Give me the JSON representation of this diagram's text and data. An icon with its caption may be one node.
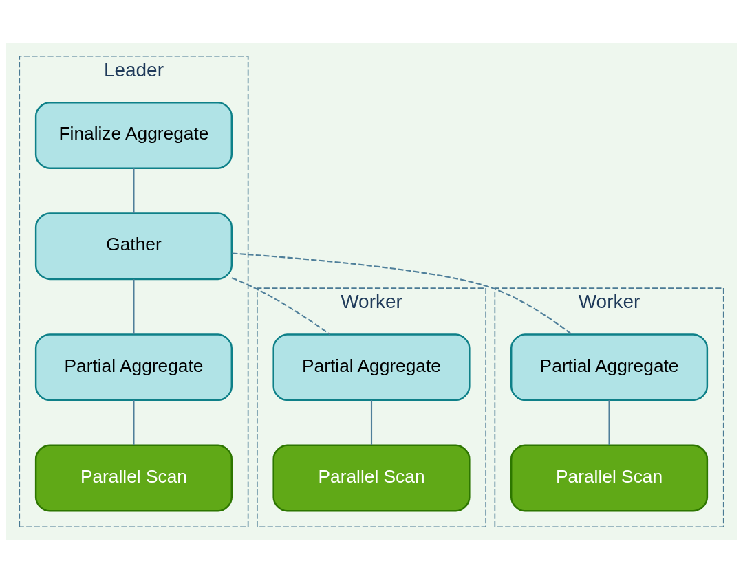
{
  "diagram": {
    "nodes": [
      {
        "text": [
          "Leader"
        ]
      },
      {
        "text": [
          "Finalize Aggregate"
        ],
        "in": 0
      },
      {
        "text": [
          "Gather"
        ],
        "in": 0
      },
      {
        "text": [
          "Partial Aggregate"
        ],
        "in": 0
      },
      {
        "text": [
          "Parallel Scan"
        ],
        "in": 0
      },
      {
        "text": [
          "Worker"
        ]
      },
      {
        "text": [
          "Partial Aggregate"
        ],
        "in": 5
      },
      {
        "text": [
          "Parallel Scan"
        ],
        "in": 5
      },
      {
        "text": [
          "Worker"
        ]
      },
      {
        "text": [
          "Partial Aggregate"
        ],
        "in": 8
      },
      {
        "text": [
          "Parallel Scan"
        ],
        "in": 8
      }
    ],
    "edges": [
      {
        "from": 1,
        "to": 2,
        "arrow": "none"
      },
      {
        "from": 2,
        "to": 3,
        "arrow": "none"
      },
      {
        "from": 3,
        "to": 4,
        "arrow": "none"
      },
      {
        "from": 2,
        "to": 6,
        "arrow": "none",
        "style": "dashed"
      },
      {
        "from": 2,
        "to": 9,
        "arrow": "none",
        "style": "dashed"
      },
      {
        "from": 6,
        "to": 7,
        "arrow": "none"
      },
      {
        "from": 9,
        "to": 10,
        "arrow": "none"
      }
    ]
  }
}
